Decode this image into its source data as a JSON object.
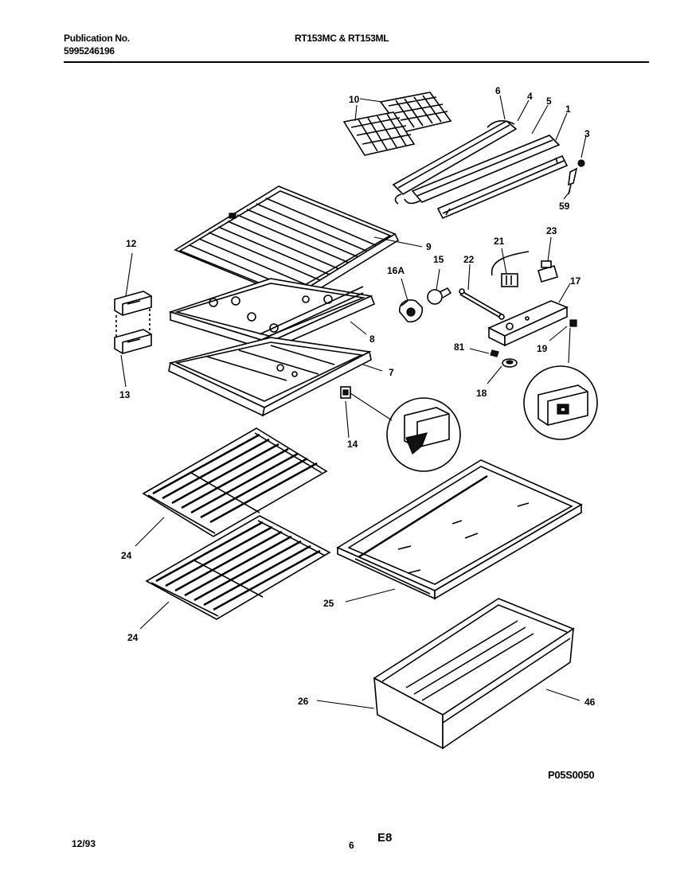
{
  "header": {
    "publication_label": "Publication No.",
    "publication_number": "5995246196",
    "models": "RT153MC & RT153ML"
  },
  "footer": {
    "date": "12/93",
    "page": "6",
    "section": "E8"
  },
  "figure_code": "P05S0050",
  "callouts": {
    "c1": "1",
    "c3": "3",
    "c4": "4",
    "c5": "5",
    "c6": "6",
    "c7": "7",
    "c8": "8",
    "c9": "9",
    "c10": "10",
    "c12": "12",
    "c13": "13",
    "c14": "14",
    "c15": "15",
    "c16A": "16A",
    "c17": "17",
    "c18": "18",
    "c19": "19",
    "c21": "21",
    "c22": "22",
    "c23": "23",
    "c24a": "24",
    "c24b": "24",
    "c25": "25",
    "c26": "26",
    "c46": "46",
    "c59": "59",
    "c81": "81"
  }
}
